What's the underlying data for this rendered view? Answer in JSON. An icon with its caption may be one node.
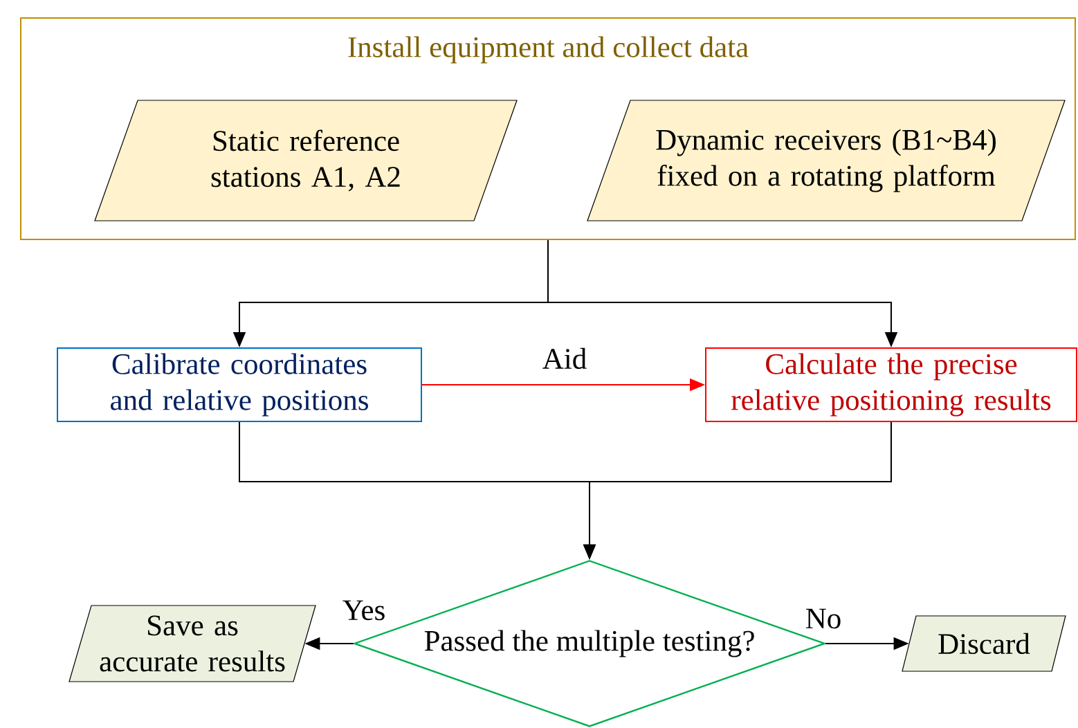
{
  "diagram": {
    "nodes": [
      {
        "text": [
          "Install equipment and collect data"
        ]
      },
      {
        "text": [
          "Static reference stations A1, A2"
        ],
        "in": 0
      },
      {
        "text": [
          "Dynamic receivers (B1~B4) fixed on a rotating platform"
        ],
        "in": 0
      },
      {
        "text": [
          "Calibrate coordinates and relative positions"
        ]
      },
      {
        "text": [
          "Calculate the precise relative positioning results"
        ]
      },
      {
        "text": [
          "Passed the multiple testing?"
        ]
      },
      {
        "text": [
          "Save as accurate results"
        ]
      },
      {
        "text": [
          "Discard"
        ]
      }
    ],
    "edges": [
      {
        "from": 0,
        "to": 3,
        "arrow": "to"
      },
      {
        "from": 0,
        "to": 4,
        "arrow": "to"
      },
      {
        "from": 3,
        "to": 4,
        "arrow": "to",
        "label": "Aid",
        "color": "#ff0000"
      },
      {
        "from": 3,
        "to": 5,
        "arrow": "to"
      },
      {
        "from": 4,
        "to": 5,
        "arrow": "to"
      },
      {
        "from": 5,
        "to": 6,
        "arrow": "to",
        "label": "Yes"
      },
      {
        "from": 5,
        "to": 7,
        "arrow": "to",
        "label": "No"
      }
    ]
  }
}
